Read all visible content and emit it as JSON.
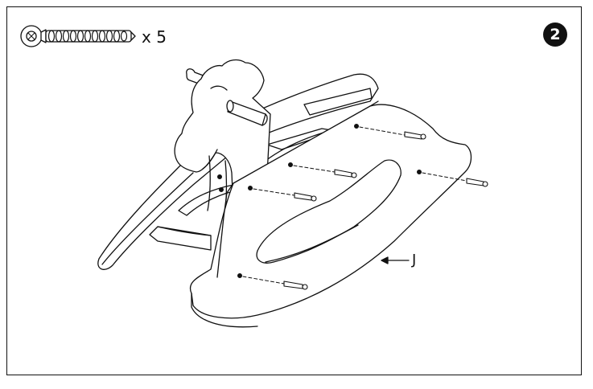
{
  "hardware": {
    "icon": "screw-icon",
    "quantity_label": "x 5"
  },
  "step": {
    "number": "2"
  },
  "part": {
    "label": "J"
  },
  "colors": {
    "ink": "#111111",
    "paper": "#ffffff"
  }
}
